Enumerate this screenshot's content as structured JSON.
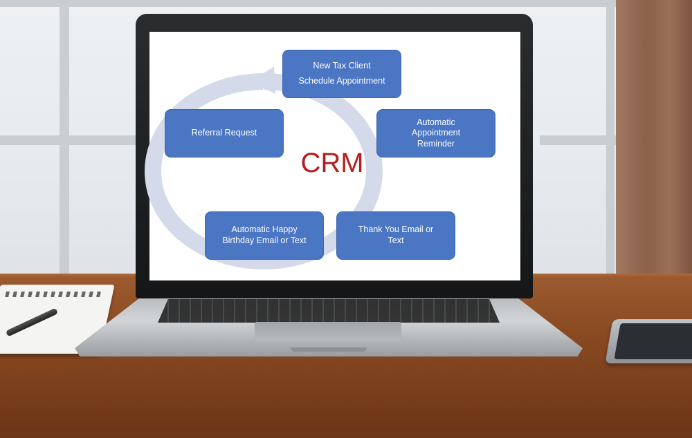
{
  "diagram": {
    "center_label": "CRM",
    "nodes": {
      "new_client": {
        "line1": "New Tax Client",
        "line2": "Schedule Appointment"
      },
      "reminder": {
        "line1": "Automatic",
        "line2": "Appointment",
        "line3": "Reminder"
      },
      "thank_you": {
        "line1": "Thank You Email or",
        "line2": "Text"
      },
      "birthday": {
        "line1": "Automatic Happy",
        "line2": "Birthday Email or Text"
      },
      "referral": {
        "line1": "Referral Request"
      }
    },
    "colors": {
      "node_fill": "#4a76c4",
      "cycle_arrow": "#d4daea",
      "center_text": "#b41e1e"
    }
  }
}
